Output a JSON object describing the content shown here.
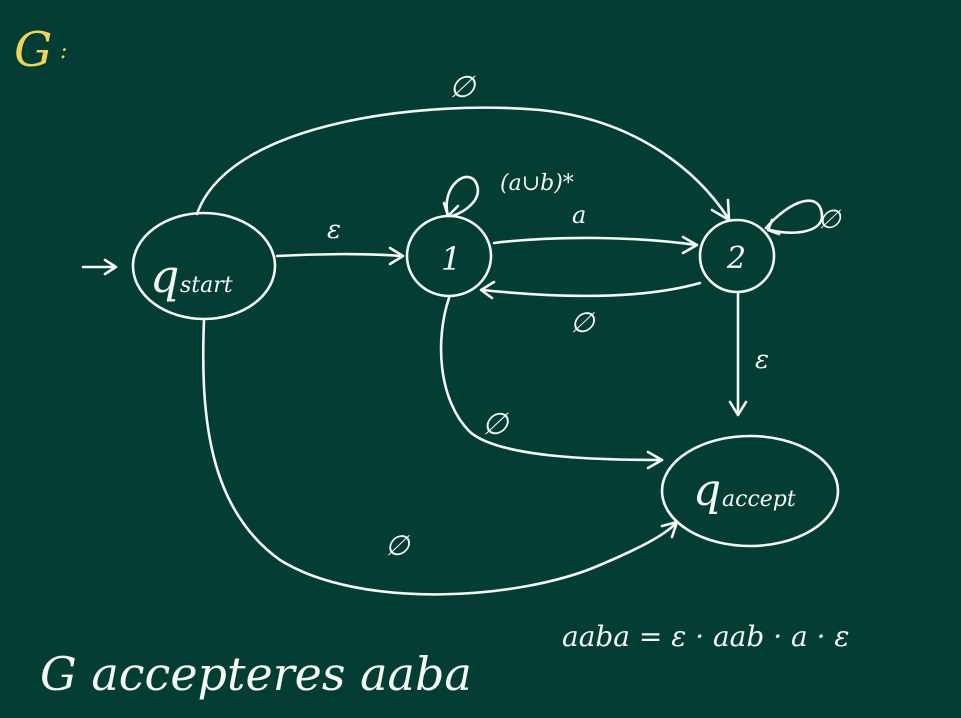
{
  "title": "G",
  "title_colon": ":",
  "states": {
    "start": {
      "letter": "q",
      "sub": "start"
    },
    "s1": {
      "label": "1"
    },
    "s2": {
      "label": "2"
    },
    "accept": {
      "letter": "q",
      "sub": "accept"
    }
  },
  "edges": {
    "start_to_2": "∅",
    "start_to_1": "ε",
    "loop_1": "(a∪b)*",
    "s1_to_s2": "a",
    "s2_to_s1": "∅",
    "loop_2": "∅",
    "s2_to_accept": "ε",
    "s1_to_accept": "∅",
    "start_to_accept": "∅"
  },
  "footer": {
    "statement": "G accepteres aaba",
    "equation": "aaba = ε · aab · a · ε"
  },
  "colors": {
    "board": "#033d33",
    "chalk": "#f4f7f2",
    "title": "#f0d35a"
  }
}
